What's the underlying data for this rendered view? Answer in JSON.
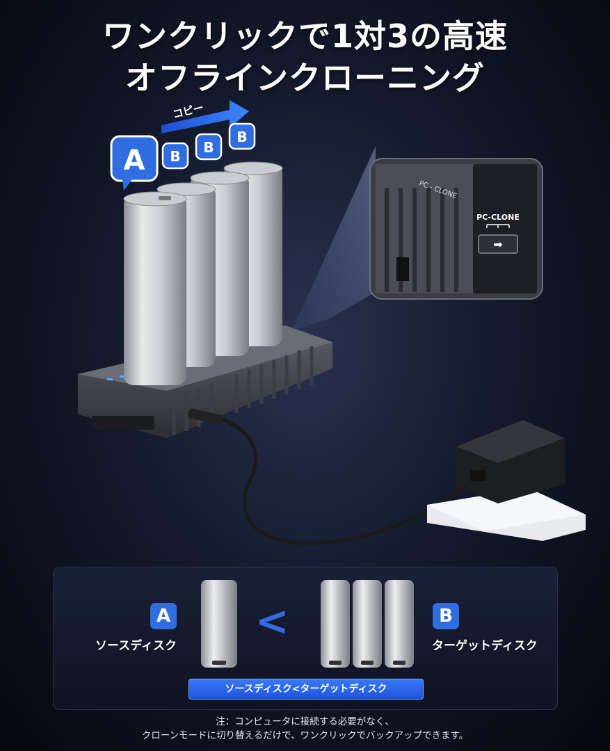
{
  "headline": {
    "line1": "ワンクリックで1対3の高速",
    "line2": "オフラインクローニング"
  },
  "scene": {
    "copy_label": "コピー",
    "source_badge": "A",
    "target_badge": "B",
    "switch_title": "PC-CLONE",
    "switch_arrow": "➡",
    "closeup_label": "PC - CLONE"
  },
  "comparison": {
    "source_badge": "A",
    "source_label": "ソースディスク",
    "operator": "<",
    "target_badge": "B",
    "target_label": "ターゲットディスク",
    "banner": "ソースディスク<ターゲットディスク"
  },
  "note": {
    "line1": "注：コンピュータに接続する必要がなく、",
    "line2": "クローンモードに切り替えるだけで、ワンクリックでバックアップできます。"
  },
  "colors": {
    "accent": "#2f6de1",
    "background": "#0a0e1a"
  }
}
